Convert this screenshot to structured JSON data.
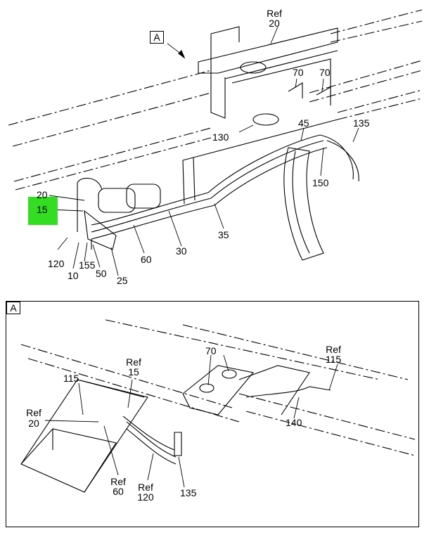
{
  "view_marker": {
    "letter": "A"
  },
  "detail_tag": {
    "letter": "A"
  },
  "main_labels": {
    "ref20": [
      "Ref",
      "20"
    ],
    "l70a": "70",
    "l70b": "70",
    "l130": "130",
    "l45": "45",
    "l135": "135",
    "l150": "150",
    "l20": "20",
    "l15": "15",
    "l120": "120",
    "l10": "10",
    "l155": "155",
    "l50": "50",
    "l25": "25",
    "l60": "60",
    "l30": "30",
    "l35": "35"
  },
  "detail_labels": {
    "l70": "70",
    "ref115": [
      "Ref",
      "115"
    ],
    "l115": "115",
    "ref15": [
      "Ref",
      "15"
    ],
    "ref20": [
      "Ref",
      "20"
    ],
    "ref60": [
      "Ref",
      "60"
    ],
    "ref120": [
      "Ref",
      "120"
    ],
    "l135": "135",
    "l140": "140"
  },
  "colors": {
    "highlight": "#33dd22",
    "line": "#000000"
  }
}
